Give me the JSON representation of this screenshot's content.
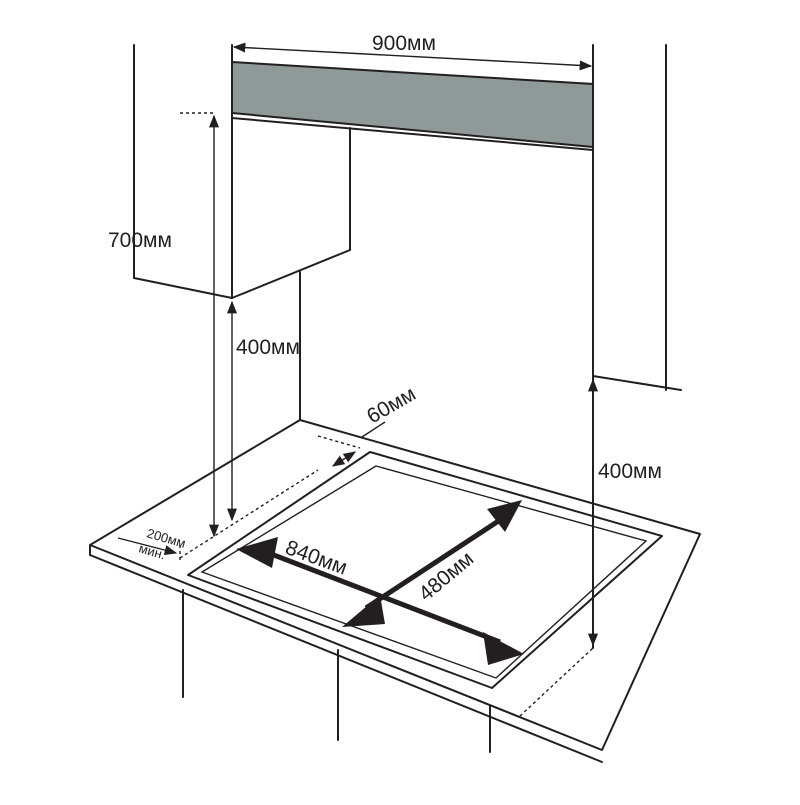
{
  "dimensions": {
    "hood_width": "900мм",
    "hood_height_above_base": "700мм",
    "cabinet_clearance_left": "400мм",
    "cabinet_clearance_right": "400мм",
    "back_gap": "60мм",
    "side_gap_value": "200мм",
    "side_gap_note": "мин.",
    "hob_width": "840мм",
    "hob_depth": "480мм"
  },
  "colors": {
    "line": "#231f20",
    "hood_fill": "#8f9a98",
    "background": "#ffffff"
  }
}
